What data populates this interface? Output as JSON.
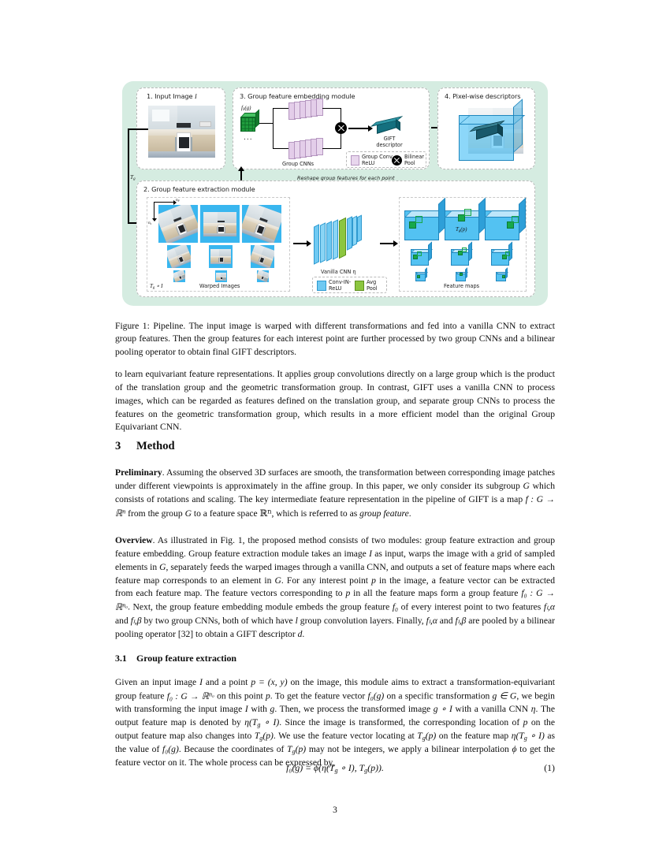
{
  "figure": {
    "panels": {
      "input": {
        "title": "1. Input Image I",
        "title_plain": "1. Input Image"
      },
      "embedding": {
        "title": "3. Group feature embedding module"
      },
      "descriptors": {
        "title": "4. Pixel-wise descriptors"
      },
      "extraction": {
        "title": "2. Group feature extraction module"
      }
    },
    "labels": {
      "f0g": "f₀(g)",
      "ellipsis": "...",
      "group_cnns": "Group CNNs",
      "gift_descriptor_line1": "GIFT",
      "gift_descriptor_line2": "descriptor",
      "legend_group_conv_line1": "Group Conv -",
      "legend_group_conv_line2": "ReLU",
      "legend_bilinear_line1": "Bilinear",
      "legend_bilinear_line2": "Pool",
      "reshape_note": "Reshape group features for each point",
      "tg_route": "T",
      "tg_route_sub": "g",
      "warped_images": "Warped Images",
      "tg_circ_I": "T",
      "tg_circ_I_sub": "g",
      "tg_circ_I_rest": "∘ I",
      "axis_theta": "nθ",
      "axis_scale": "ns",
      "vanilla_cnn": "Vanilla CNN η",
      "legend_conv_in_line1": "Conv-IN-",
      "legend_conv_in_line2": "ReLU",
      "legend_avg_line1": "Avg",
      "legend_avg_line2": "Pool",
      "feature_maps": "Feature maps",
      "tg_p": "T",
      "tg_p_sub": "g",
      "tg_p_rest": "(p)"
    },
    "colors": {
      "background": "#d5ece1",
      "cube_blue": "#53c2f2",
      "feature_green": "#17a84a",
      "group_conv_pink": "#e8d4ec",
      "avg_pool_green": "#8cc63f",
      "descriptor_teal": "#0f6e7d",
      "warp_bg": "#39b6ef"
    }
  },
  "caption": {
    "label": "Figure 1:",
    "text": " Pipeline. The input image is warped with different transformations and fed into a vanilla CNN to extract group features. Then the group features for each interest point are further processed by two group CNNs and a bilinear pooling operator to obtain final GIFT descriptors."
  },
  "body": {
    "para_continued": "to learn equivariant feature representations. It applies group convolutions directly on a large group which is the product of the translation group and the geometric transformation group. In contrast, GIFT uses a vanilla CNN to process images, which can be regarded as features defined on the translation group, and separate group CNNs to process the features on the geometric transformation group, which results in a more efficient model than the original Group Equivariant CNN."
  },
  "section_method": {
    "number": "3",
    "title": "Method"
  },
  "preliminary": {
    "runin": "Preliminary",
    "part1": ". Assuming the observed 3D surfaces are smooth, the transformation between corresponding image patches under different viewpoints is approximately in the affine group. In this paper, we only consider its subgroup ",
    "G1": "G",
    "part2": " which consists of rotations and scaling. The key intermediate feature representation in the pipeline of GIFT is a map ",
    "map": "f : G → ℝ",
    "map_sup": "n",
    "part3": " from the group ",
    "G2": "G",
    "part4": " to a feature space ",
    "space": "ℝ",
    "space_sup": "n",
    "part5": ", which is referred to as ",
    "emph": "group feature",
    "part6": "."
  },
  "overview": {
    "runin": "Overview",
    "text_a": ". As illustrated in Fig. 1, the proposed method consists of two modules: group feature extraction and group feature embedding. Group feature extraction module takes an image ",
    "I": "I",
    "text_b": " as input, warps the image with a grid of sampled elements in ",
    "G1": "G",
    "text_c": ", separately feeds the warped images through a vanilla CNN, and outputs a set of feature maps where each feature map corresponds to an element in ",
    "G2": "G",
    "text_d": ". For any interest point ",
    "p1": "p",
    "text_e": " in the image, a feature vector can be extracted from each feature map. The feature vectors corresponding to ",
    "p2": "p",
    "text_f": " in all the feature maps form a group feature ",
    "f0map": "f₀ : G → ℝ",
    "f0map_sup": "n₀",
    "text_g": ". Next, the group feature embedding module embeds the group feature ",
    "f0": "f₀",
    "text_h": " of every interest point to two features ",
    "fla": "fₗ,α",
    "text_i": " and ",
    "flb": "fₗ,β",
    "text_j": " by two group CNNs, both of which have ",
    "l": "l",
    "text_k": " group convolution layers. Finally, ",
    "fla2": "fₗ,α",
    "text_l": " and ",
    "flb2": "fₗ,β",
    "text_m": " are pooled by a bilinear pooling operator [32] to obtain a GIFT descriptor ",
    "d": "d",
    "text_n": "."
  },
  "section_extraction": {
    "number": "3.1",
    "title": "Group feature extraction"
  },
  "extraction_para": {
    "a": "Given an input image ",
    "I1": "I",
    "b": " and a point ",
    "peq": "p = (x, y)",
    "c": " on the image, this module aims to extract a transformation-equivariant group feature ",
    "f0map": "f₀ : G → ℝ",
    "f0map_sup": "n₀",
    "d": " on this point ",
    "p1": "p",
    "e": ". To get the feature vector ",
    "f0g": "f₀(g)",
    "f": " on a specific transformation ",
    "ging": "g ∈ G",
    "g": ", we begin with transforming the input image ",
    "I2": "I",
    "h": " with ",
    "g1": "g",
    "i": ". Then, we process the transformed image ",
    "goI": "g ∘ I",
    "j": " with a vanilla CNN ",
    "eta": "η",
    "k": ". The output feature map is denoted by ",
    "etaTg": "η(T",
    "etaTg_sub": "g",
    "etaTg_rest": " ∘ I)",
    "l": ". Since the image is transformed, the corresponding location of ",
    "p2": "p",
    "m": " on the output feature map also changes into ",
    "Tgp1": "T",
    "Tgp1_sub": "g",
    "Tgp1_rest": "(p)",
    "n": ". We use the feature vector locating at ",
    "Tgp2": "T",
    "Tgp2_sub": "g",
    "Tgp2_rest": "(p)",
    "o": " on the feature map ",
    "etaTg2": "η(T",
    "etaTg2_sub": "g",
    "etaTg2_rest": " ∘ I)",
    "p": " as the value of ",
    "f0g2": "f₀(g)",
    "q": ". Because the coordinates of ",
    "Tgp3": "T",
    "Tgp3_sub": "g",
    "Tgp3_rest": "(p)",
    "r": " may not be integers, we apply a bilinear interpolation ",
    "phi": "ϕ",
    "s": " to get the feature vector on it. The whole process can be expressed by,"
  },
  "equation": {
    "lhs": "f₀(g) = ϕ(η(T",
    "sub1": "g",
    "mid": " ∘ I), T",
    "sub2": "g",
    "rhs": "(p)).",
    "number": "(1)"
  },
  "footer": {
    "page_number": "3"
  }
}
